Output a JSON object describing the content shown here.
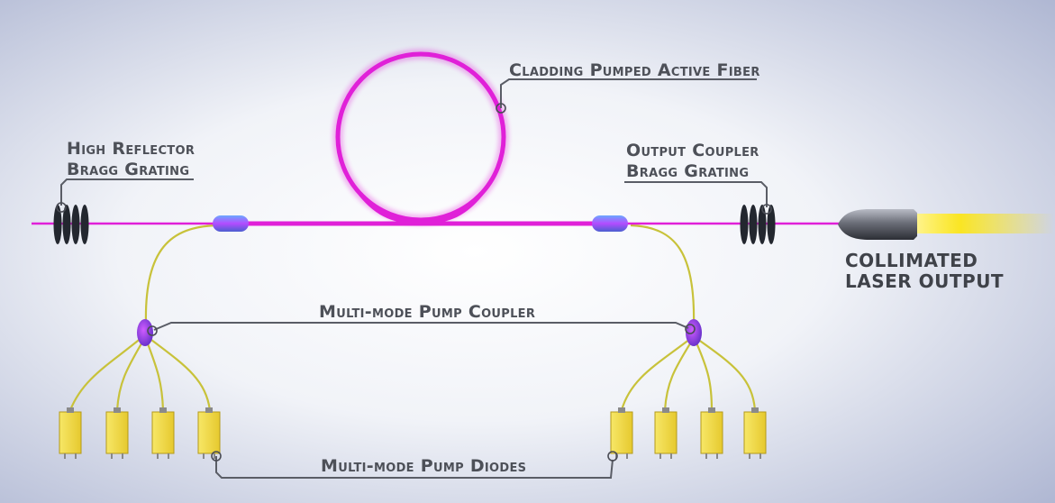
{
  "labels": {
    "active_fiber": "Cladding Pumped Active Fiber",
    "high_reflector_line1": "High Reflector",
    "high_reflector_line2": "Bragg Grating",
    "output_coupler_line1": "Output Coupler",
    "output_coupler_line2": "Bragg Grating",
    "collimated_line1": "COLLIMATED",
    "collimated_line2": "LASER OUTPUT",
    "pump_coupler": "Multi-mode Pump Coupler",
    "pump_diodes": "Multi-mode Pump Diodes"
  },
  "colors": {
    "fiber": "#e020d8",
    "pump_fiber": "#c8c23a",
    "diode": "#f2dc45",
    "beam": "#ffe600",
    "coupler": "#8a2bd6",
    "background": "#c9cfe2"
  }
}
